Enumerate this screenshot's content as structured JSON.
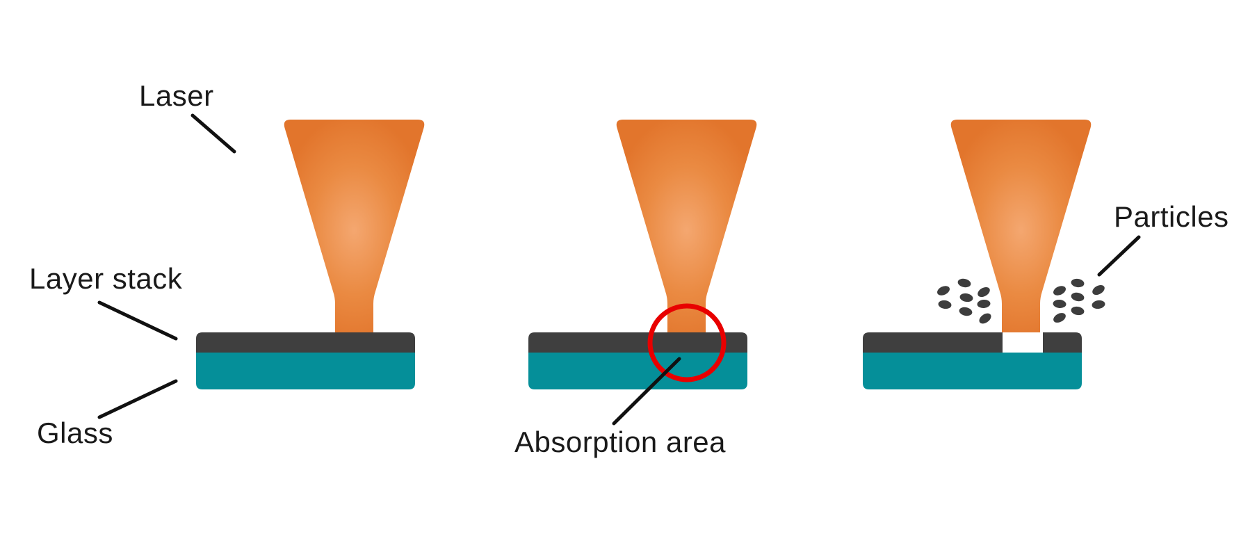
{
  "diagram": {
    "labels": {
      "laser": "Laser",
      "layer_stack": "Layer stack",
      "glass": "Glass",
      "absorption_area": "Absorption area",
      "particles": "Particles"
    }
  },
  "colors": {
    "background": "#FFFFFF",
    "laser_edge": "#E2752C",
    "laser_core": "#F4A770",
    "layer_stack": "#3F3F3F",
    "glass": "#058F99",
    "particle": "#3D3D3D",
    "annotation_red": "#E80000",
    "label_text": "#1A1A1A",
    "leader_line": "#111111"
  }
}
